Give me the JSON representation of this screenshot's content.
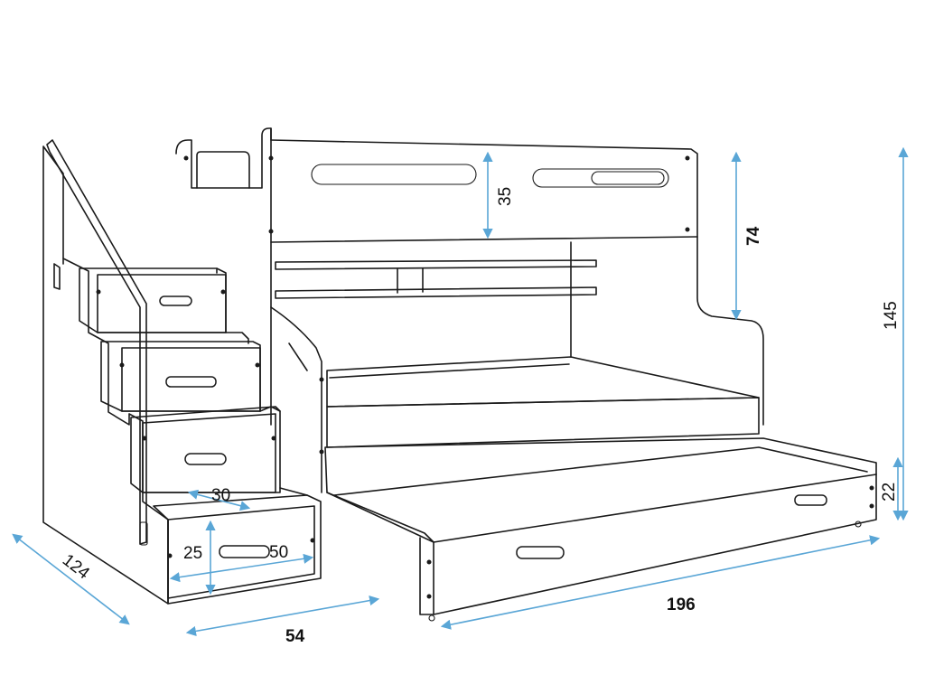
{
  "diagram": {
    "accent_color": "#5aa6d6",
    "line_color": "#1a1a1a",
    "dimensions": {
      "headboard_hole_height": "35",
      "upper_panel_height": "74",
      "total_height": "145",
      "trundle_height": "22",
      "step_depth": "30",
      "drawer_height": "25",
      "drawer_width": "50",
      "total_depth": "124",
      "stairs_width": "54",
      "total_length": "196"
    }
  }
}
